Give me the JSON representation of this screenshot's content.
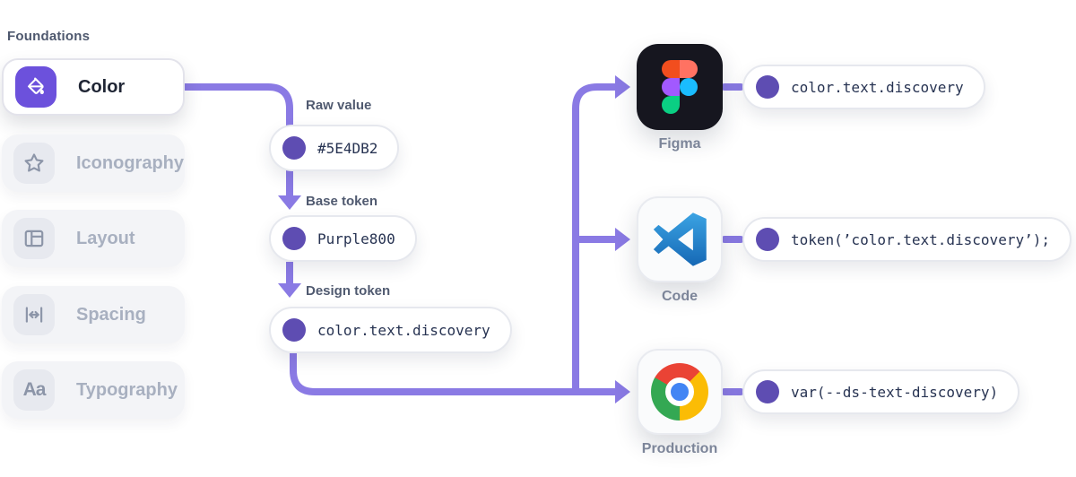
{
  "page": {
    "background": "#ffffff"
  },
  "sidebar": {
    "title": "Foundations",
    "items": [
      {
        "label": "Color",
        "icon": "paint-bucket-icon",
        "selected": true
      },
      {
        "label": "Iconography",
        "icon": "star-icon",
        "selected": false
      },
      {
        "label": "Layout",
        "icon": "layout-icon",
        "selected": false
      },
      {
        "label": "Spacing",
        "icon": "spacing-icon",
        "selected": false
      },
      {
        "label": "Typography",
        "icon": "typography-icon",
        "selected": false
      }
    ]
  },
  "flow": {
    "steps": [
      {
        "label": "Raw value",
        "value": "#5E4DB2"
      },
      {
        "label": "Base token",
        "value": "Purple800"
      },
      {
        "label": "Design token",
        "value": "color.text.discovery"
      }
    ]
  },
  "outputs": [
    {
      "label": "Figma",
      "icon": "figma-icon",
      "value": "color.text.discovery"
    },
    {
      "label": "Code",
      "icon": "vscode-icon",
      "value": "token(’color.text.discovery’);"
    },
    {
      "label": "Production",
      "icon": "chrome-icon",
      "value": "var(--ds-text-discovery)"
    }
  ],
  "colors": {
    "connector": "#8A7AE4",
    "token_dot": "#5E4DB2",
    "raw_value_hex": "#5E4DB2",
    "selected_chip_bg": "#6C51DC",
    "figma_tile_bg": "#16161F"
  }
}
